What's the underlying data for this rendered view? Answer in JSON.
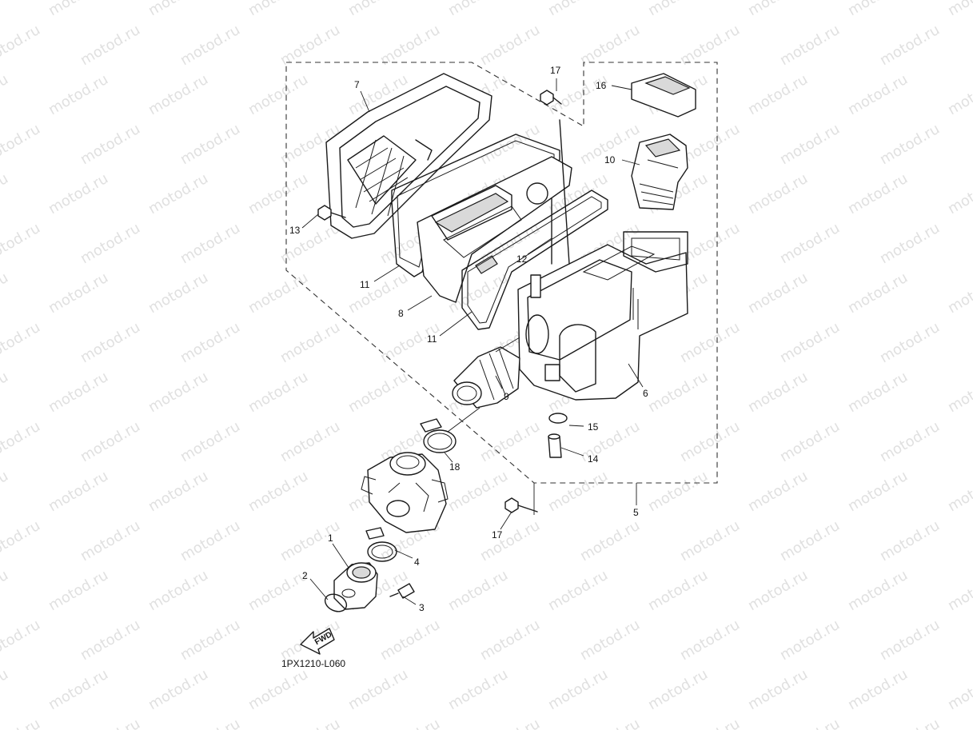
{
  "diagram": {
    "code": "1PX1210-L060",
    "fwd_label": "FWD",
    "watermark_text": "motod.ru",
    "callouts": {
      "c1": "1",
      "c2": "2",
      "c3": "3",
      "c4": "4",
      "c5": "5",
      "c6": "6",
      "c7": "7",
      "c8": "8",
      "c9": "9",
      "c10": "10",
      "c11a": "11",
      "c11b": "11",
      "c12": "12",
      "c13": "13",
      "c14": "14",
      "c15": "15",
      "c16": "16",
      "c17a": "17",
      "c17b": "17",
      "c18": "18"
    }
  }
}
